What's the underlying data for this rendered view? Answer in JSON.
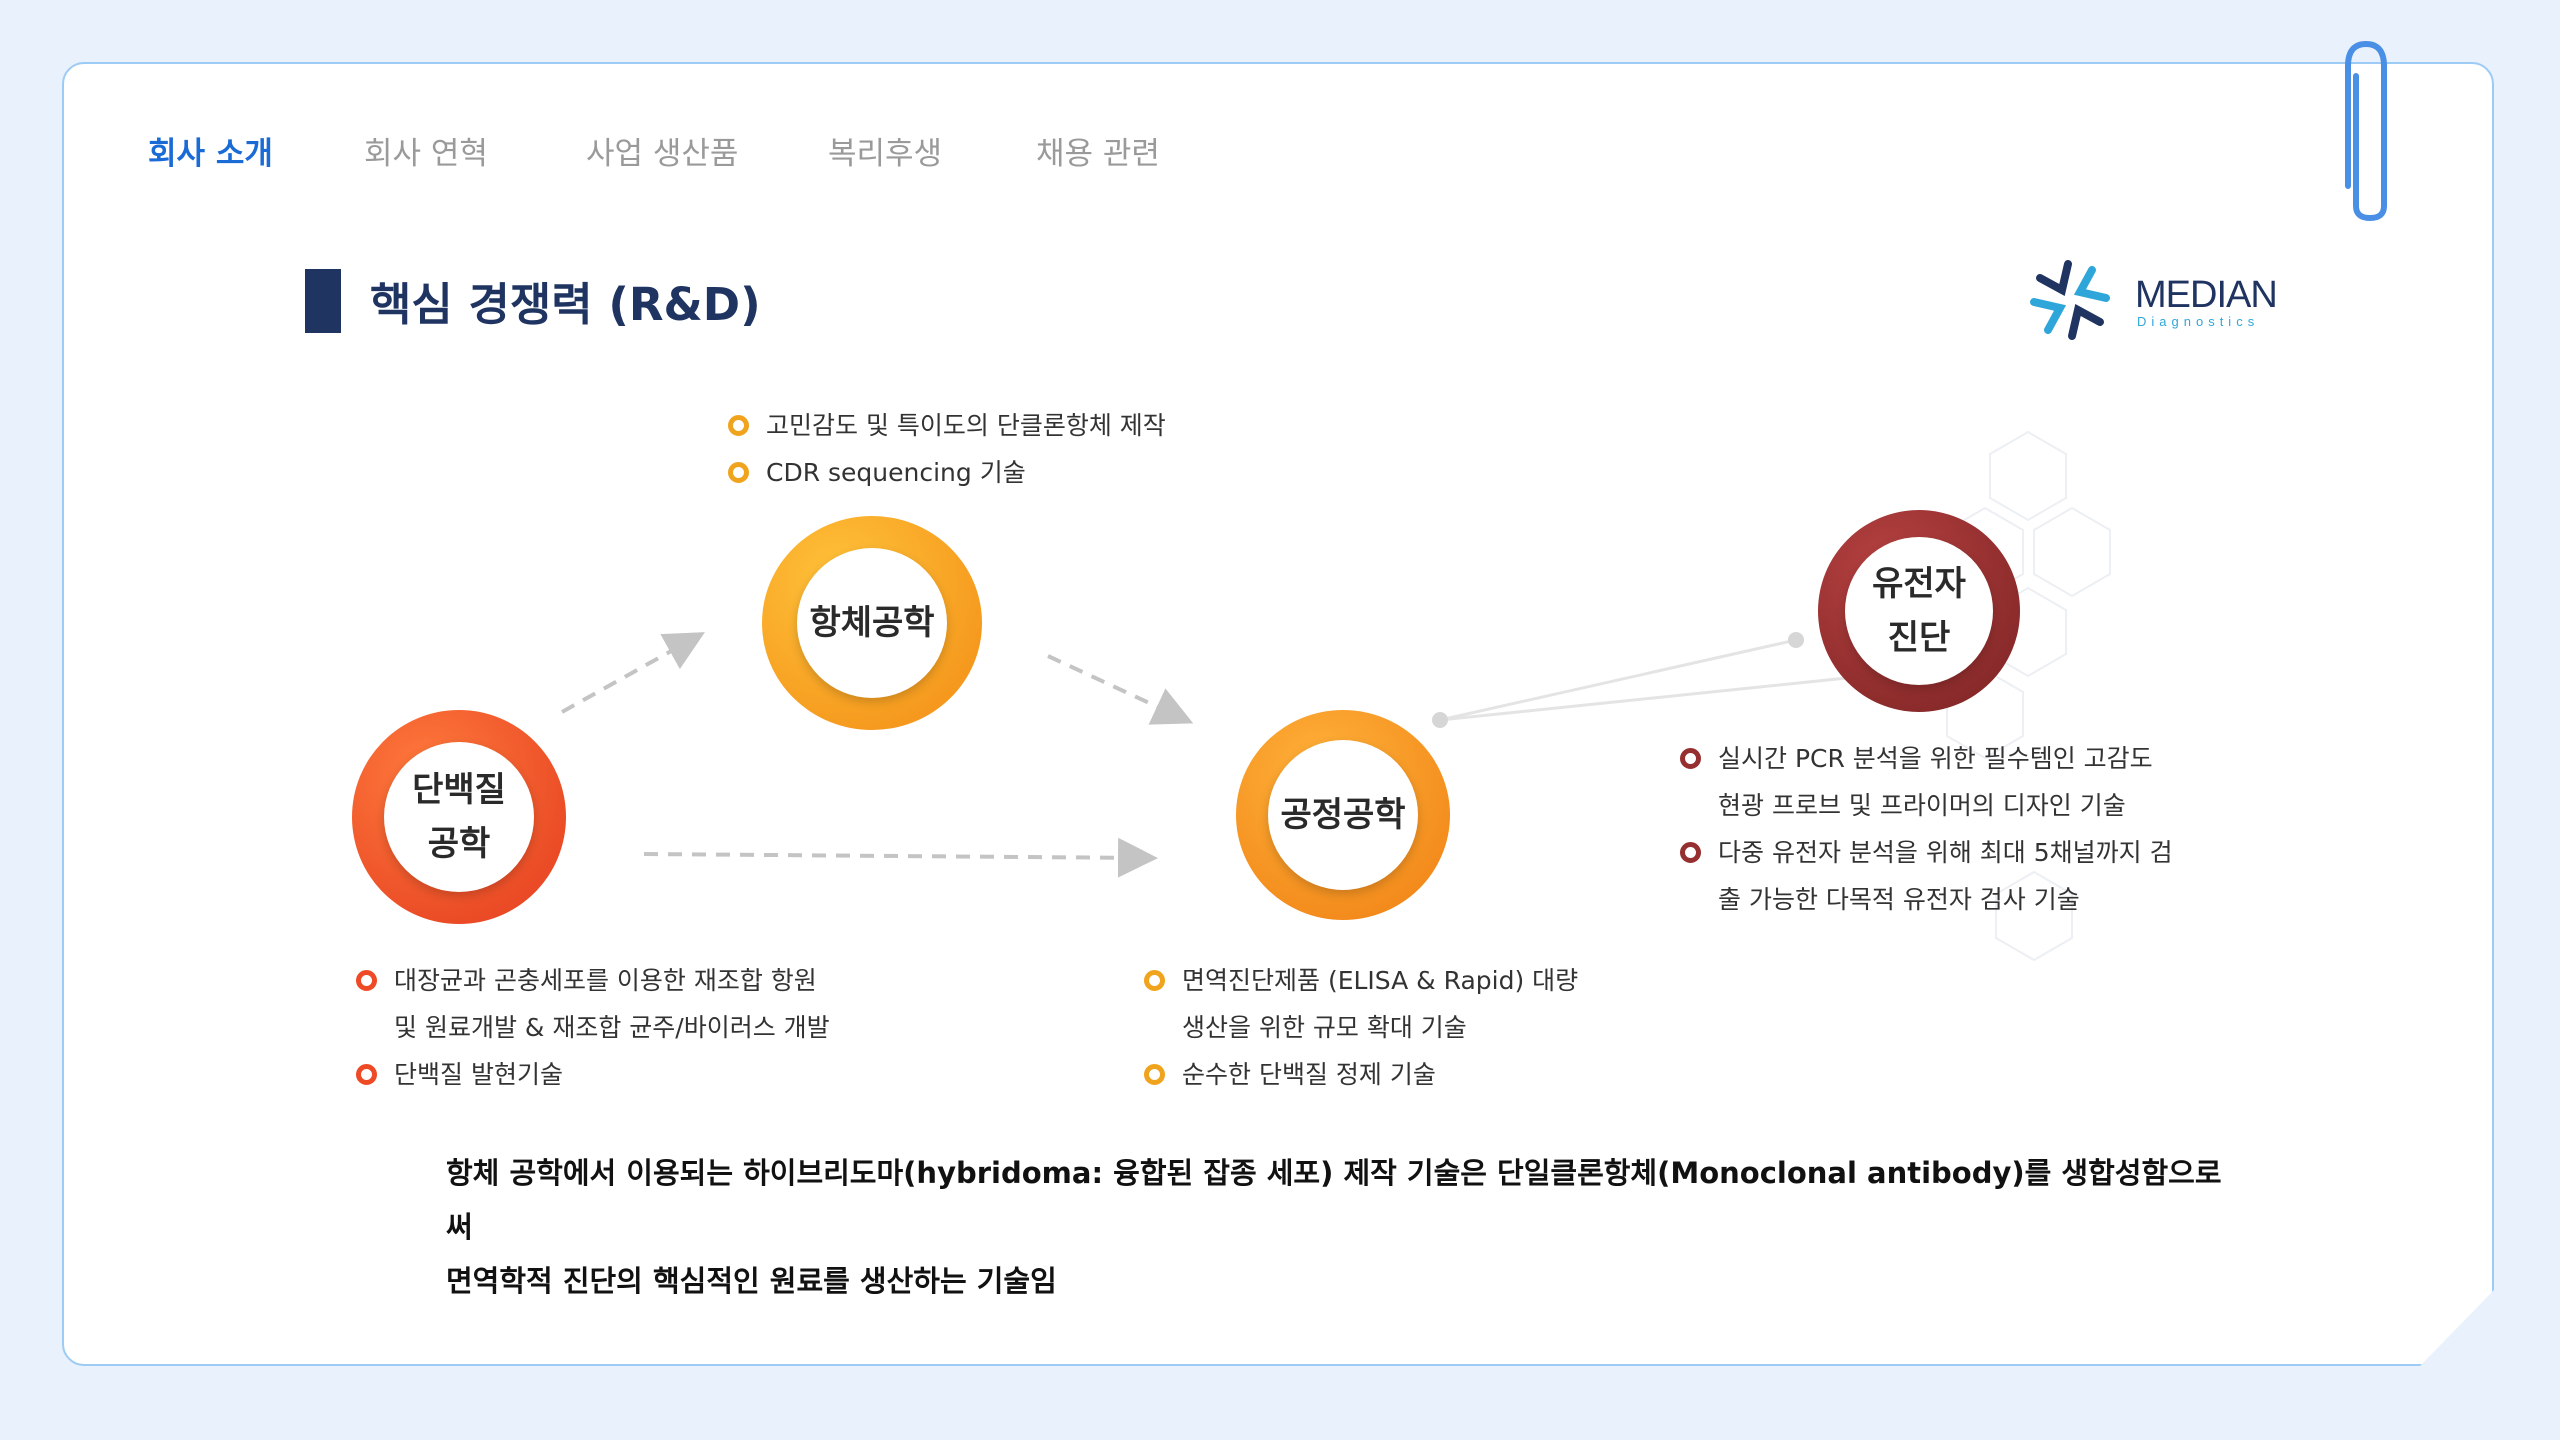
{
  "tabs": [
    {
      "label": "회사 소개",
      "active": true
    },
    {
      "label": "회사 연혁",
      "active": false
    },
    {
      "label": "사업 생산품",
      "active": false
    },
    {
      "label": "복리후생",
      "active": false
    },
    {
      "label": "채용 관련",
      "active": false
    }
  ],
  "section": {
    "title": "핵심 경쟁력 (R&D)"
  },
  "logo": {
    "name": "MEDIAN",
    "sub": "Diagnostics"
  },
  "nodes": {
    "protein": {
      "label": "단백질\n공학",
      "color": "#ee4a26"
    },
    "antibody": {
      "label": "항체공학",
      "color": "#f7a51b"
    },
    "process": {
      "label": "공정공학",
      "color": "#f39a1e"
    },
    "genetic": {
      "label": "유전자\n진단",
      "color": "#8b2b2b"
    }
  },
  "antibody_bullets": [
    "고민감도 및 특이도의 단클론항체 제작",
    "CDR sequencing 기술"
  ],
  "protein_bullets": [
    "대장균과 곤충세포를 이용한 재조합 항원",
    "및 원료개발 & 재조합 균주/바이러스 개발",
    "단백질 발현기술"
  ],
  "process_bullets": [
    "면역진단제품 (ELISA & Rapid) 대량",
    "생산을 위한 규모 확대 기술",
    "순수한 단백질 정제 기술"
  ],
  "genetic_bullets": [
    "실시간 PCR 분석을 위한 필수템인 고감도",
    "현광 프로브 및 프라이머의 디자인 기술",
    "다중 유전자 분석을 위해 최대 5채널까지 검",
    "출 가능한 다목적 유전자 검사 기술"
  ],
  "summary": {
    "line1": "항체 공학에서 이용되는 하이브리도마(hybridoma: 융합된 잡종 세포) 제작 기술은 단일클론항체(Monoclonal antibody)를 생합성함으로써",
    "line2": "면역학적 진단의 핵심적인 원료를 생산하는 기술임"
  },
  "colors": {
    "accent": "#1a6bd6",
    "title": "#1f3461",
    "card_border": "#9ccbf5",
    "background": "#e8f1fc"
  }
}
